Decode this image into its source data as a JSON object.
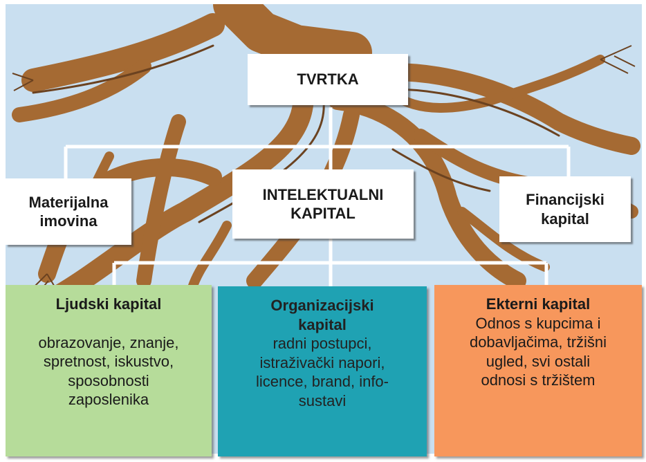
{
  "colors": {
    "sky": "#c9dff0",
    "root": "#a56a33",
    "root_dark": "#6b4220",
    "connector": "#ffffff",
    "human_capital_bg": "#b6dc9a",
    "organizational_capital_bg": "#1fa2b3",
    "external_capital_bg": "#f7975c"
  },
  "icons": [
    "tree-roots-illustration"
  ],
  "top": {
    "title": "TVRTKA"
  },
  "level2": {
    "material": [
      "Materijalna",
      "imovina"
    ],
    "intellectual": [
      "INTELEKTUALNI",
      "KAPITAL"
    ],
    "financial": [
      "Financijski",
      "kapital"
    ]
  },
  "level3": {
    "human": {
      "title": "Ljudski kapital",
      "lines": [
        "obrazovanje, znanje,",
        "spretnost, iskustvo,",
        "sposobnosti",
        "zaposlenika"
      ]
    },
    "organizational": {
      "title_lines": [
        "Organizacijski",
        "kapital"
      ],
      "lines": [
        "radni postupci,",
        "istraživački napori,",
        "licence, brand, info-",
        "sustavi"
      ]
    },
    "external": {
      "title": "Ekterni kapital",
      "lines": [
        "Odnos s kupcima i",
        "dobavljačima, tržišni",
        "ugled, svi ostali",
        "odnosi s tržištem"
      ]
    }
  }
}
